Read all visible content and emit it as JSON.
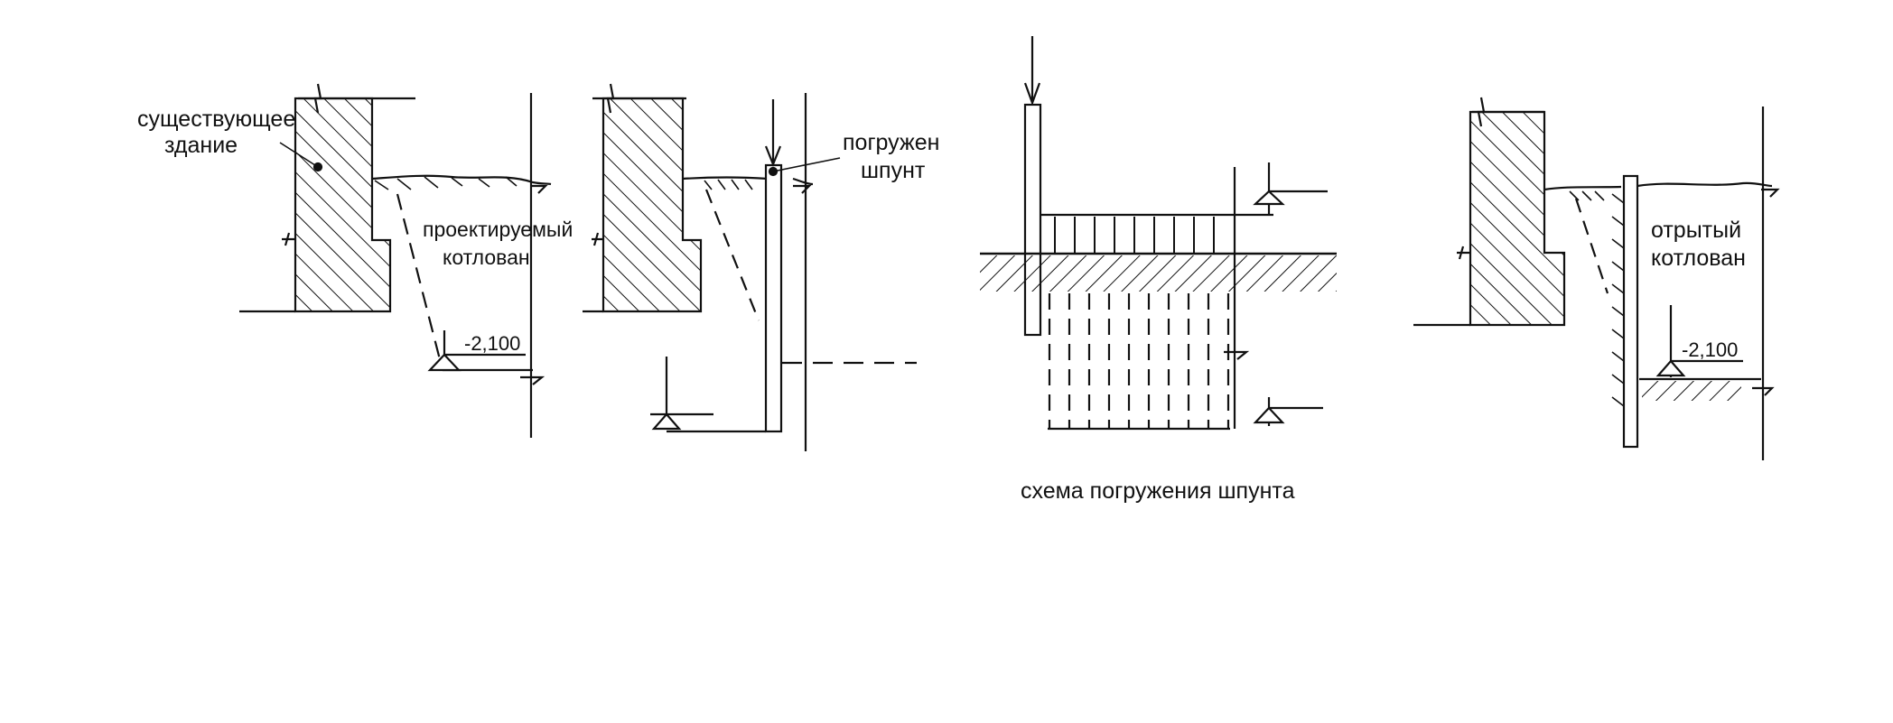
{
  "panels": {
    "p1": {
      "existing_building": [
        "существующее",
        "здание"
      ],
      "designed_pit": [
        "проектируемый",
        "котлован"
      ],
      "elevation": "-2,100"
    },
    "p2": {
      "sheet_pile_driven": [
        "погружен",
        "шпунт"
      ]
    },
    "p3": {
      "caption": "схема погружения шпунта"
    },
    "p4": {
      "open_pit": [
        "отрытый",
        "котлован"
      ],
      "elevation": "-2,100"
    }
  },
  "colors": {
    "ink": "#111111",
    "background": "#ffffff"
  }
}
